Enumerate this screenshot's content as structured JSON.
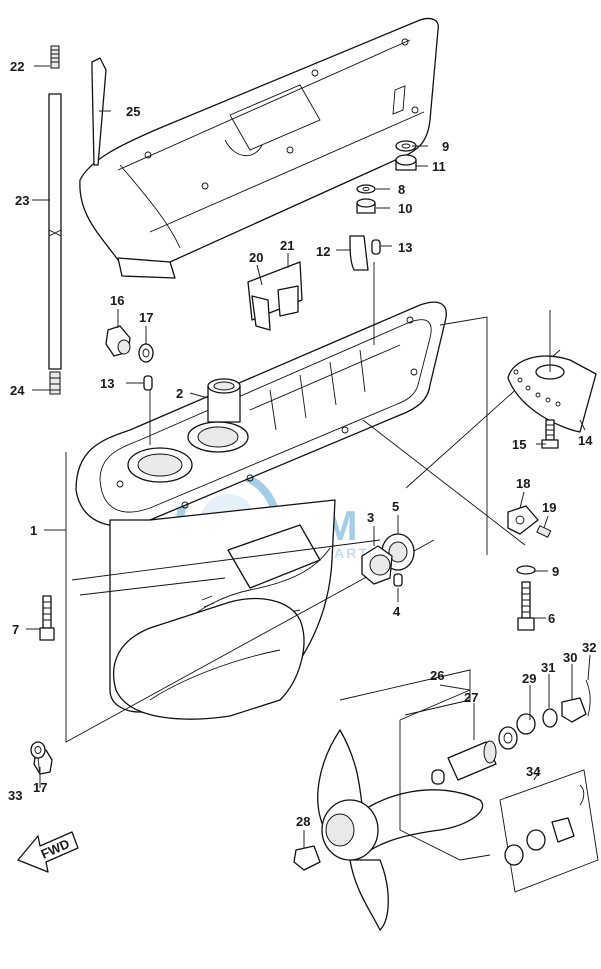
{
  "watermark": {
    "brand": "OSM",
    "sub": "MOTORPARTS",
    "color": "#5aa7d6"
  },
  "direction_arrow": {
    "label": "FWD"
  },
  "callouts": [
    {
      "id": "1",
      "label": "1"
    },
    {
      "id": "2",
      "label": "2"
    },
    {
      "id": "3",
      "label": "3"
    },
    {
      "id": "4",
      "label": "4"
    },
    {
      "id": "5",
      "label": "5"
    },
    {
      "id": "6",
      "label": "6"
    },
    {
      "id": "7",
      "label": "7"
    },
    {
      "id": "8",
      "label": "8"
    },
    {
      "id": "9a",
      "label": "9"
    },
    {
      "id": "9b",
      "label": "9"
    },
    {
      "id": "10",
      "label": "10"
    },
    {
      "id": "11",
      "label": "11"
    },
    {
      "id": "12",
      "label": "12"
    },
    {
      "id": "13a",
      "label": "13"
    },
    {
      "id": "13b",
      "label": "13"
    },
    {
      "id": "14",
      "label": "14"
    },
    {
      "id": "15",
      "label": "15"
    },
    {
      "id": "16",
      "label": "16"
    },
    {
      "id": "17a",
      "label": "17"
    },
    {
      "id": "17b",
      "label": "17"
    },
    {
      "id": "18",
      "label": "18"
    },
    {
      "id": "19",
      "label": "19"
    },
    {
      "id": "20",
      "label": "20"
    },
    {
      "id": "21",
      "label": "21"
    },
    {
      "id": "22",
      "label": "22"
    },
    {
      "id": "23",
      "label": "23"
    },
    {
      "id": "24",
      "label": "24"
    },
    {
      "id": "25",
      "label": "25"
    },
    {
      "id": "26",
      "label": "26"
    },
    {
      "id": "27",
      "label": "27"
    },
    {
      "id": "28",
      "label": "28"
    },
    {
      "id": "29",
      "label": "29"
    },
    {
      "id": "30",
      "label": "30"
    },
    {
      "id": "31",
      "label": "31"
    },
    {
      "id": "32",
      "label": "32"
    },
    {
      "id": "33",
      "label": "33"
    },
    {
      "id": "34",
      "label": "34"
    }
  ]
}
